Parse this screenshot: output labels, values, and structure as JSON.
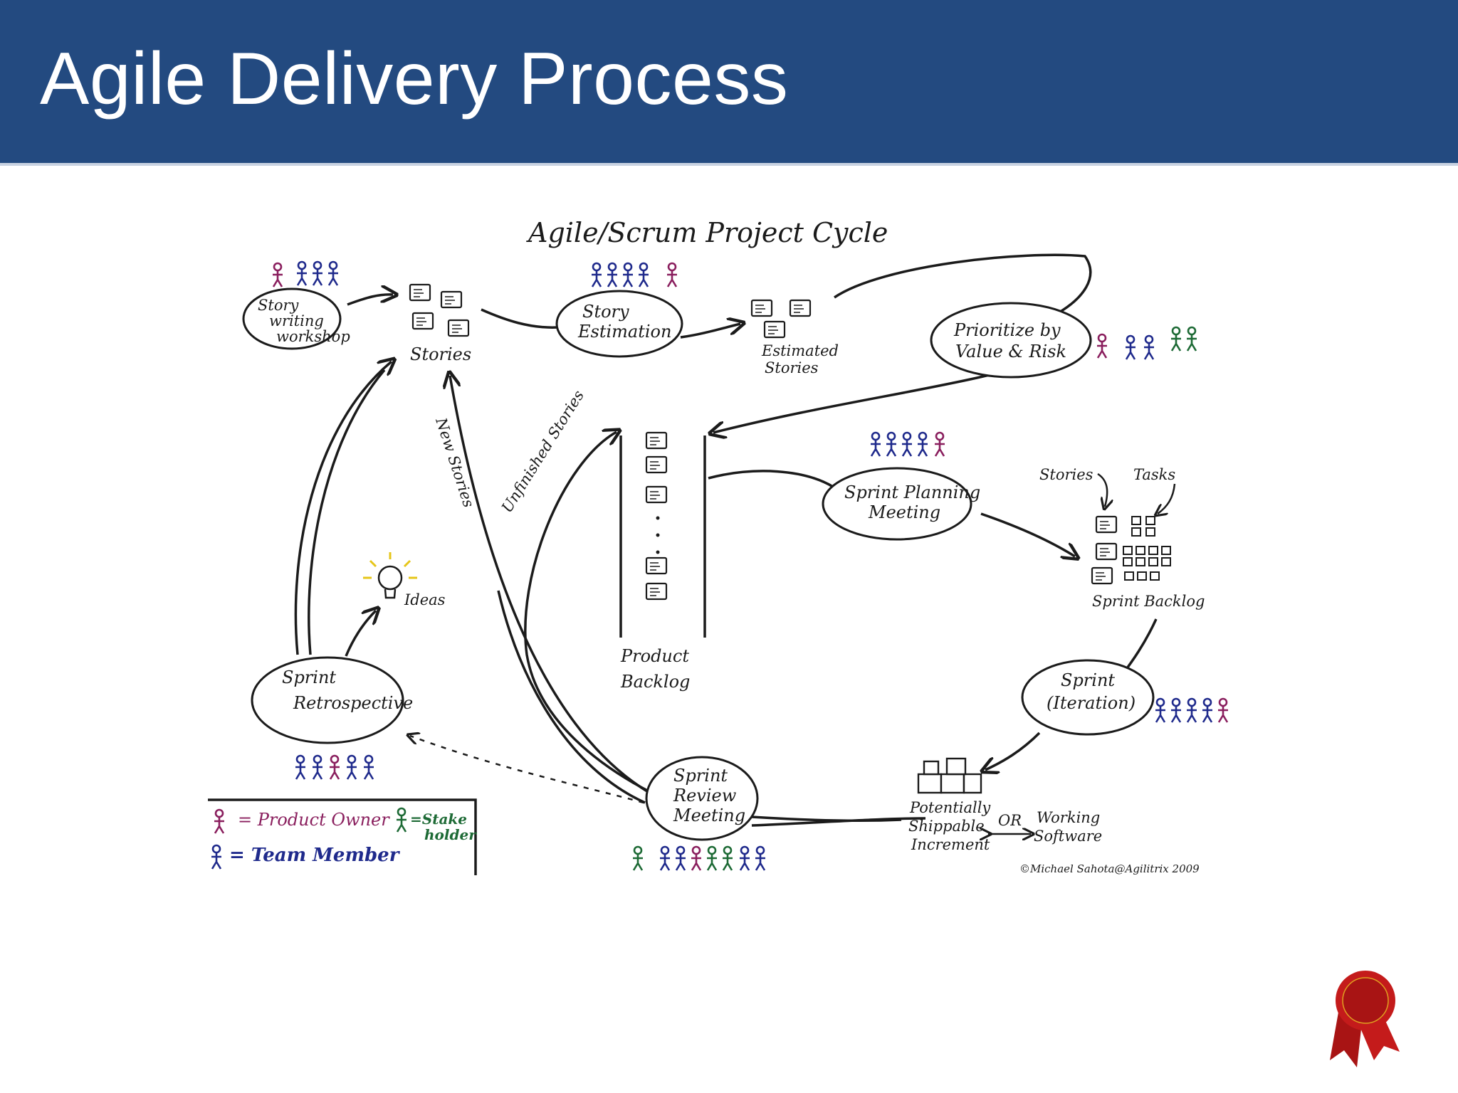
{
  "slide": {
    "title": "Agile Delivery Process"
  },
  "diagram": {
    "heading": "Agile/Scrum Project Cycle",
    "nodes": {
      "story_writing": [
        "Story",
        "writing",
        "workshop"
      ],
      "story_estimation": [
        "Story",
        "Estimation"
      ],
      "prioritize": [
        "Prioritize by",
        "Value & Risk"
      ],
      "sprint_planning": [
        "Sprint Planning",
        "Meeting"
      ],
      "sprint": [
        "Sprint",
        "(Iteration)"
      ],
      "sprint_review": [
        "Sprint",
        "Review",
        "Meeting"
      ],
      "sprint_retro": [
        "Sprint",
        "Retrospective"
      ]
    },
    "labels": {
      "stories": "Stories",
      "estimated_stories": [
        "Estimated",
        "Stories"
      ],
      "product_backlog": [
        "Product",
        "Backlog"
      ],
      "new_stories": "New Stories",
      "unfinished_stories": "Unfinished Stories",
      "ideas": "Ideas",
      "sb_stories": "Stories",
      "sb_tasks": "Tasks",
      "sprint_backlog": "Sprint Backlog",
      "increment": [
        "Potentially",
        "Shippable",
        "Increment"
      ],
      "or": "OR",
      "working_software": [
        "Working",
        "Software"
      ],
      "copyright": "©Michael Sahota@Agilitrix 2009"
    },
    "legend": {
      "product_owner": "= Product Owner",
      "team_member": "= Team Member",
      "stakeholder": [
        "=Stake",
        "holder"
      ]
    },
    "colors": {
      "product_owner": "#8a1f5e",
      "team_member": "#1f2a8c",
      "stakeholder": "#1d6a35",
      "title_bar": "#234a80",
      "seal": "#c41b1b"
    }
  }
}
